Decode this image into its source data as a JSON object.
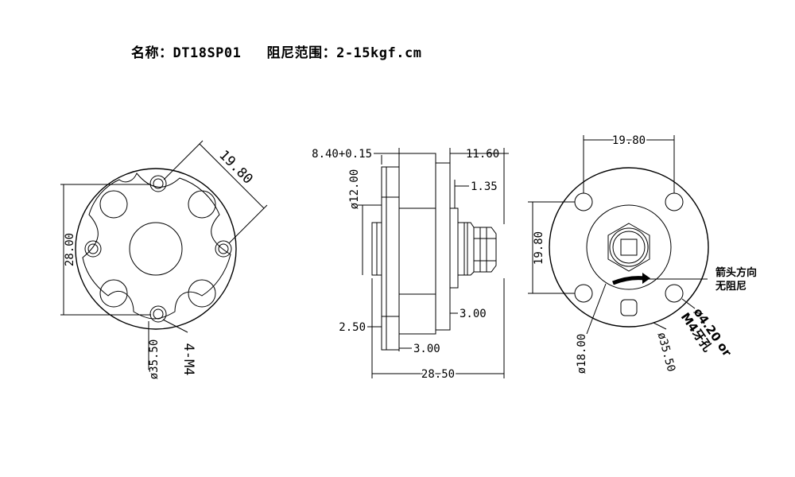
{
  "title": "名称：DT18SP01   阻尼范围：2-15kgf.cm",
  "left_view": {
    "dim_bolt_spacing": "19.80",
    "dim_height": "28.00",
    "dim_diameter": "ø35.50",
    "dim_thread": "4-M4"
  },
  "middle_view": {
    "dim_flange_thickness": "8.40+0.15",
    "dim_shaft_diameter": "ø12.00",
    "dim_top_width": "11.60",
    "dim_step": "1.35",
    "dim_right_gap": "3.00",
    "dim_left_step": "2.50",
    "dim_bottom_gap": "3.00",
    "dim_total_length": "28.50"
  },
  "right_view": {
    "dim_width": "19.80",
    "dim_height": "19.80",
    "dim_inner_diameter": "ø18.00",
    "dim_outer_diameter": "ø35.50",
    "dim_hole": "ø4.20 or",
    "dim_hole_thread": "M4牙孔",
    "arrow_note_line1": "箭头方向",
    "arrow_note_line2": "无阻尼"
  }
}
